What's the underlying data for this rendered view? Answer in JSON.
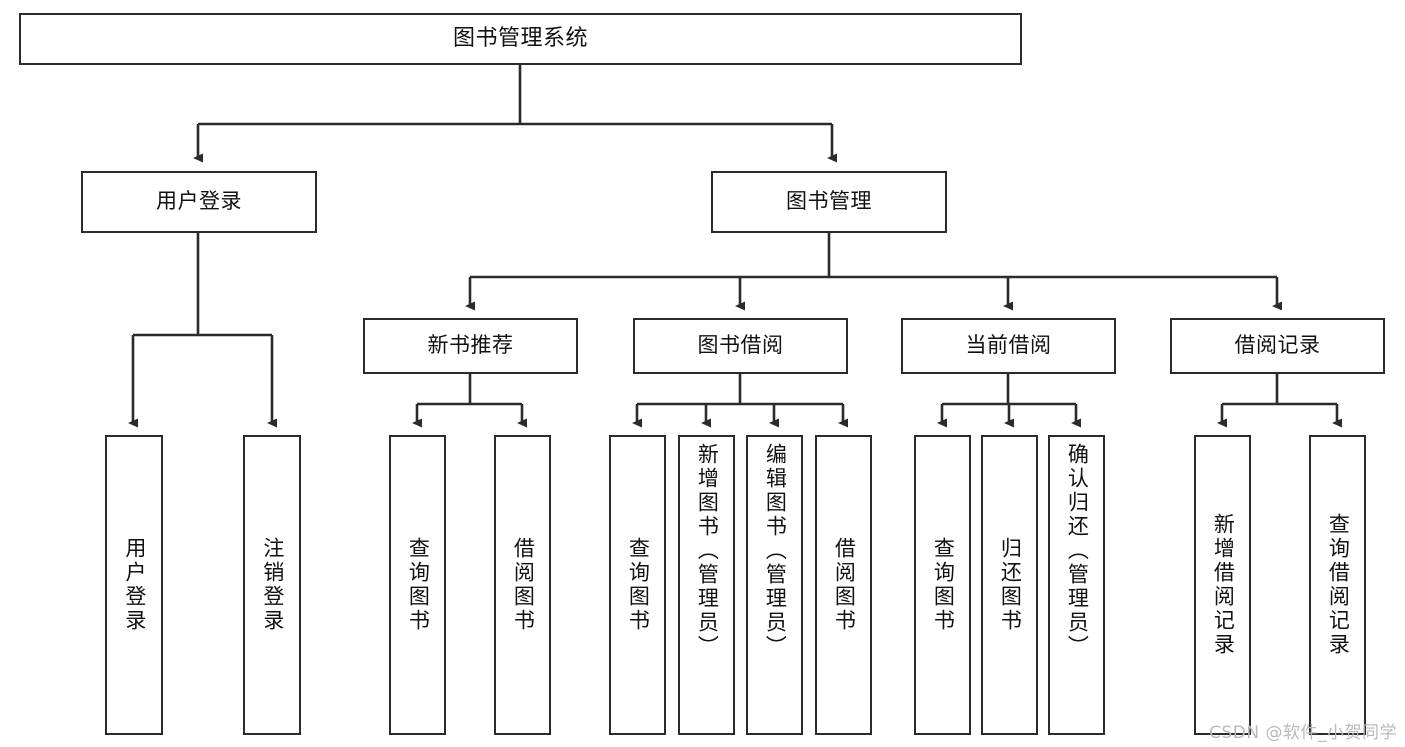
{
  "diagram": {
    "type": "tree",
    "title": "图书管理系统",
    "orientation": "top-down",
    "edge_style": "orthogonal-arrow",
    "colors": {
      "stroke": "#2b2b2b",
      "fill": "#ffffff",
      "text": "#111111",
      "watermark": "#b9b9b9"
    }
  },
  "watermark": "CSDN @软件_小贺同学",
  "nodes": {
    "root": {
      "label": "图书管理系统"
    },
    "level2": [
      {
        "label": "用户登录"
      },
      {
        "label": "图书管理"
      }
    ],
    "level3": [
      {
        "label": "新书推荐"
      },
      {
        "label": "图书借阅"
      },
      {
        "label": "当前借阅"
      },
      {
        "label": "借阅记录"
      }
    ],
    "leaves": {
      "user_login": [
        {
          "label": "用户登录"
        },
        {
          "label": "注销登录"
        }
      ],
      "new_book_recommend": [
        {
          "label": "查询图书"
        },
        {
          "label": "借阅图书"
        }
      ],
      "book_borrow": [
        {
          "label": "查询图书"
        },
        {
          "label": "新增图书（管理员）"
        },
        {
          "label": "编辑图书（管理员）"
        },
        {
          "label": "借阅图书"
        }
      ],
      "current_borrow": [
        {
          "label": "查询图书"
        },
        {
          "label": "归还图书"
        },
        {
          "label": "确认归还（管理员）"
        }
      ],
      "borrow_record": [
        {
          "label": "新增借阅记录"
        },
        {
          "label": "查询借阅记录"
        }
      ]
    }
  }
}
